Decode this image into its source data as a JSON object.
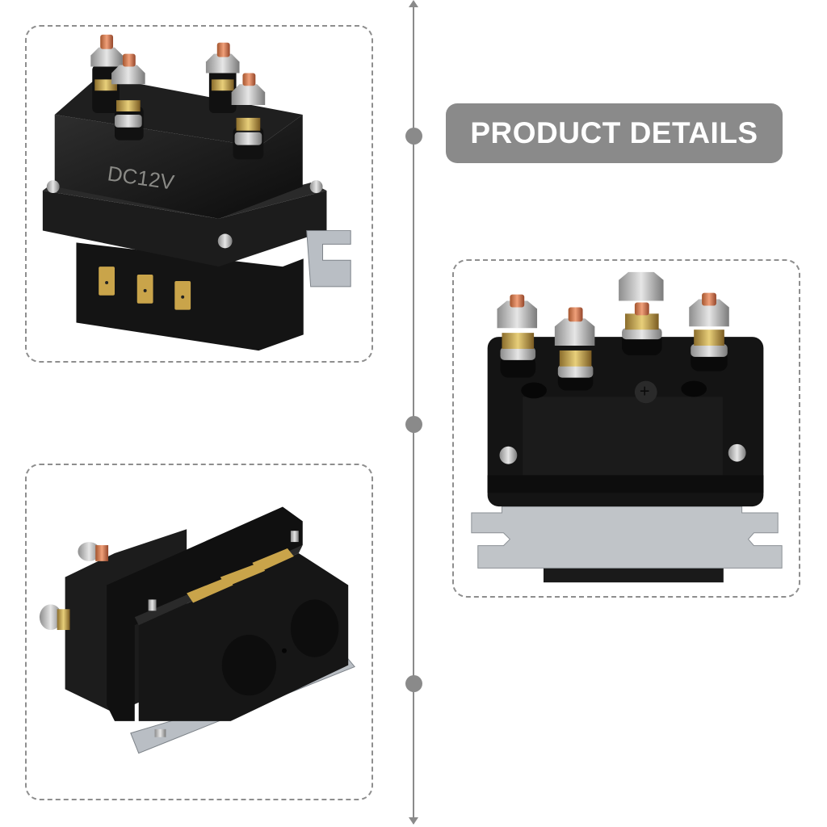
{
  "header": {
    "badge_label": "PRODUCT DETAILS",
    "badge_color": "#8a8a8a",
    "badge_text_color": "#ffffff"
  },
  "timeline": {
    "color": "#8a8a8a",
    "markers": [
      {
        "position": "top",
        "panel": "product-details-badge"
      },
      {
        "position": "middle",
        "panel": "photo-front-view"
      },
      {
        "position": "bottom",
        "panel": "photo-bottom-view"
      }
    ]
  },
  "photos": [
    {
      "id": "photo-angled-view",
      "label_on_product": "DC12V",
      "description": "Black winch contactor solenoid, angled top view with four copper/silver terminal posts, three spade connectors and side mounting bracket"
    },
    {
      "id": "photo-front-view",
      "label_on_product": "+",
      "description": "Front view of solenoid with four terminal posts and flat metal mounting plate"
    },
    {
      "id": "photo-bottom-view",
      "label_on_product": "",
      "description": "Underside view of solenoid showing three spade connectors, two round caps and mounting bracket"
    }
  ],
  "frame_style": {
    "border_color": "#8e8e8e",
    "border_style": "dashed"
  }
}
